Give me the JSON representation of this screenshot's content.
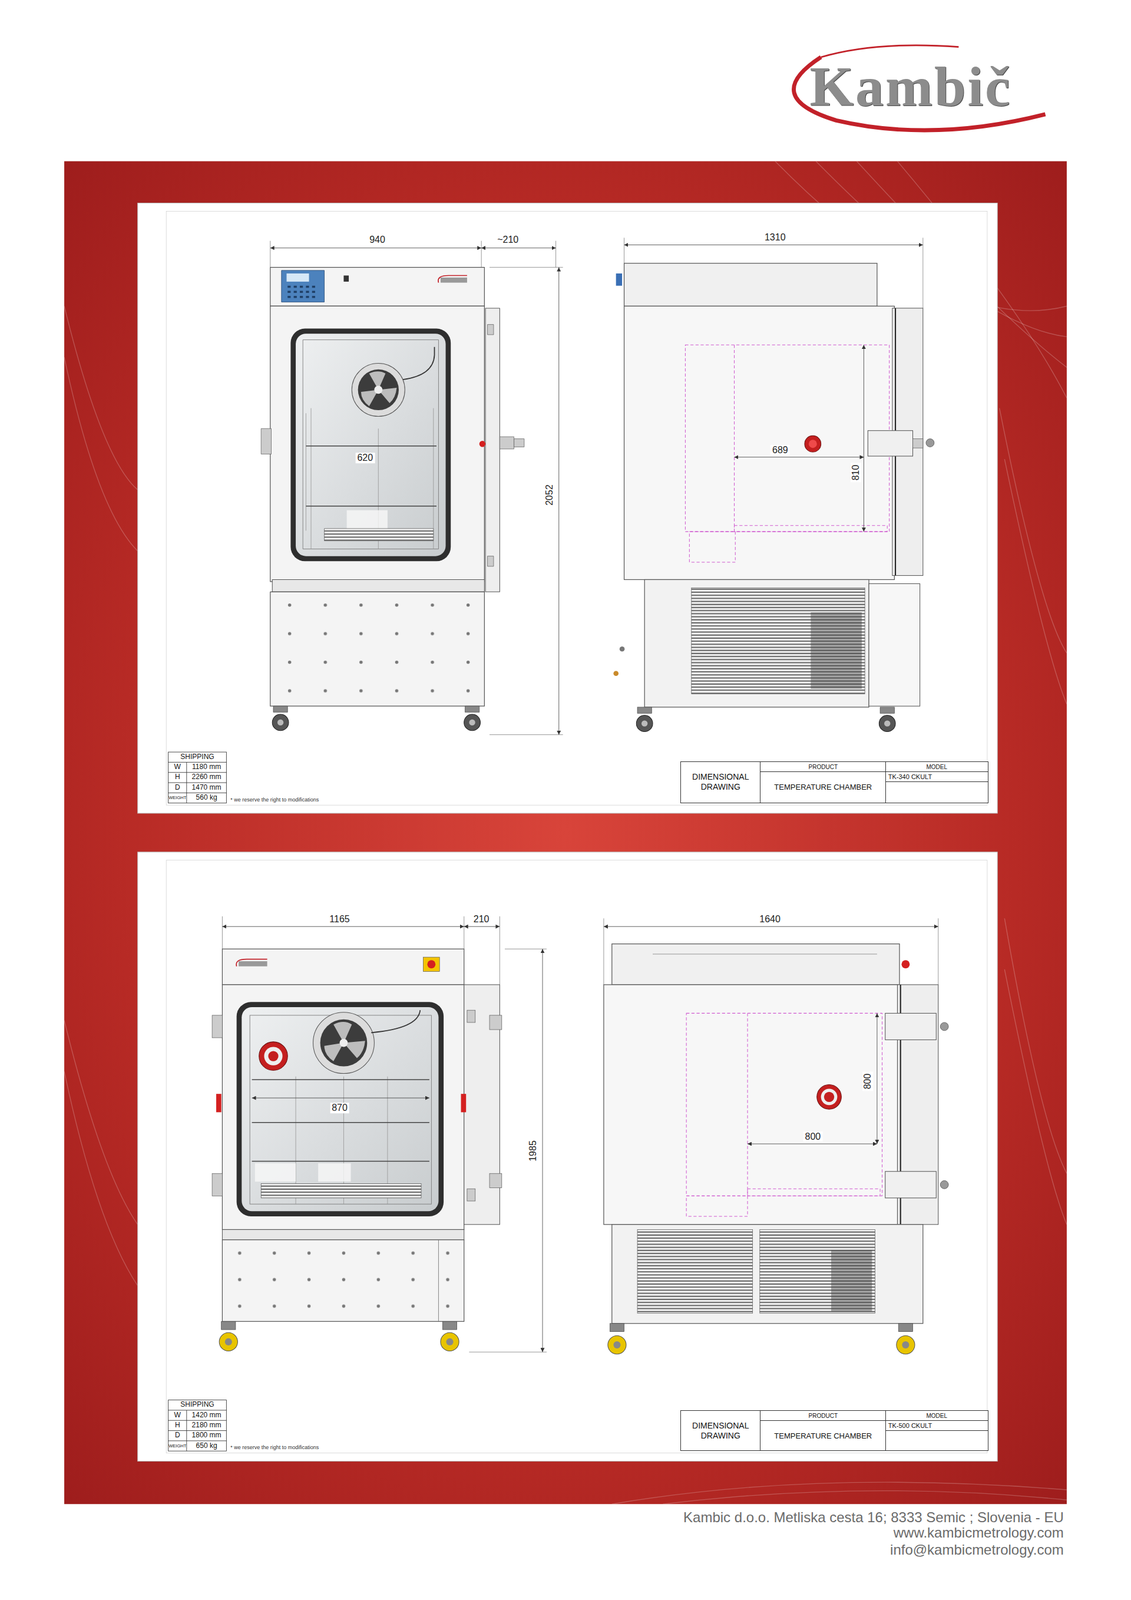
{
  "diagram": {
    "nodes": [
      {
        "text": [
          "DIMENSIONAL DRAWING"
        ]
      },
      {
        "text": [
          "PRODUCT",
          "TEMPERATURE CHAMBER"
        ]
      },
      {
        "text": [
          "MODEL",
          "TK-340 CKULT"
        ]
      },
      {
        "text": [
          "DIMENSIONAL DRAWING"
        ]
      },
      {
        "text": [
          "PRODUCT",
          "TEMPERATURE CHAMBER"
        ]
      },
      {
        "text": [
          "MODEL",
          "TK-500 CKULT"
        ]
      }
    ],
    "labels": [
      "Kambič",
      "940",
      "~210",
      "620",
      "2052",
      "1310",
      "689",
      "810",
      "SHIPPING",
      "W",
      "1180 mm",
      "H",
      "2260 mm",
      "D",
      "1470 mm",
      "WEIGHT",
      "560 kg",
      "* we reserve the right to modifications",
      "1165",
      "210",
      "870",
      "1985",
      "1640",
      "800",
      "800",
      "SHIPPING",
      "W",
      "1420 mm",
      "H",
      "2180 mm",
      "D",
      "1800 mm",
      "WEIGHT",
      "650 kg",
      "* we reserve the right to modifications",
      "Kambic d.o.o. Metliska cesta 16; 8333 Semic ; Slovenia - EU",
      "www.kambicmetrology.com",
      "info@kambicmetrology.com"
    ]
  }
}
